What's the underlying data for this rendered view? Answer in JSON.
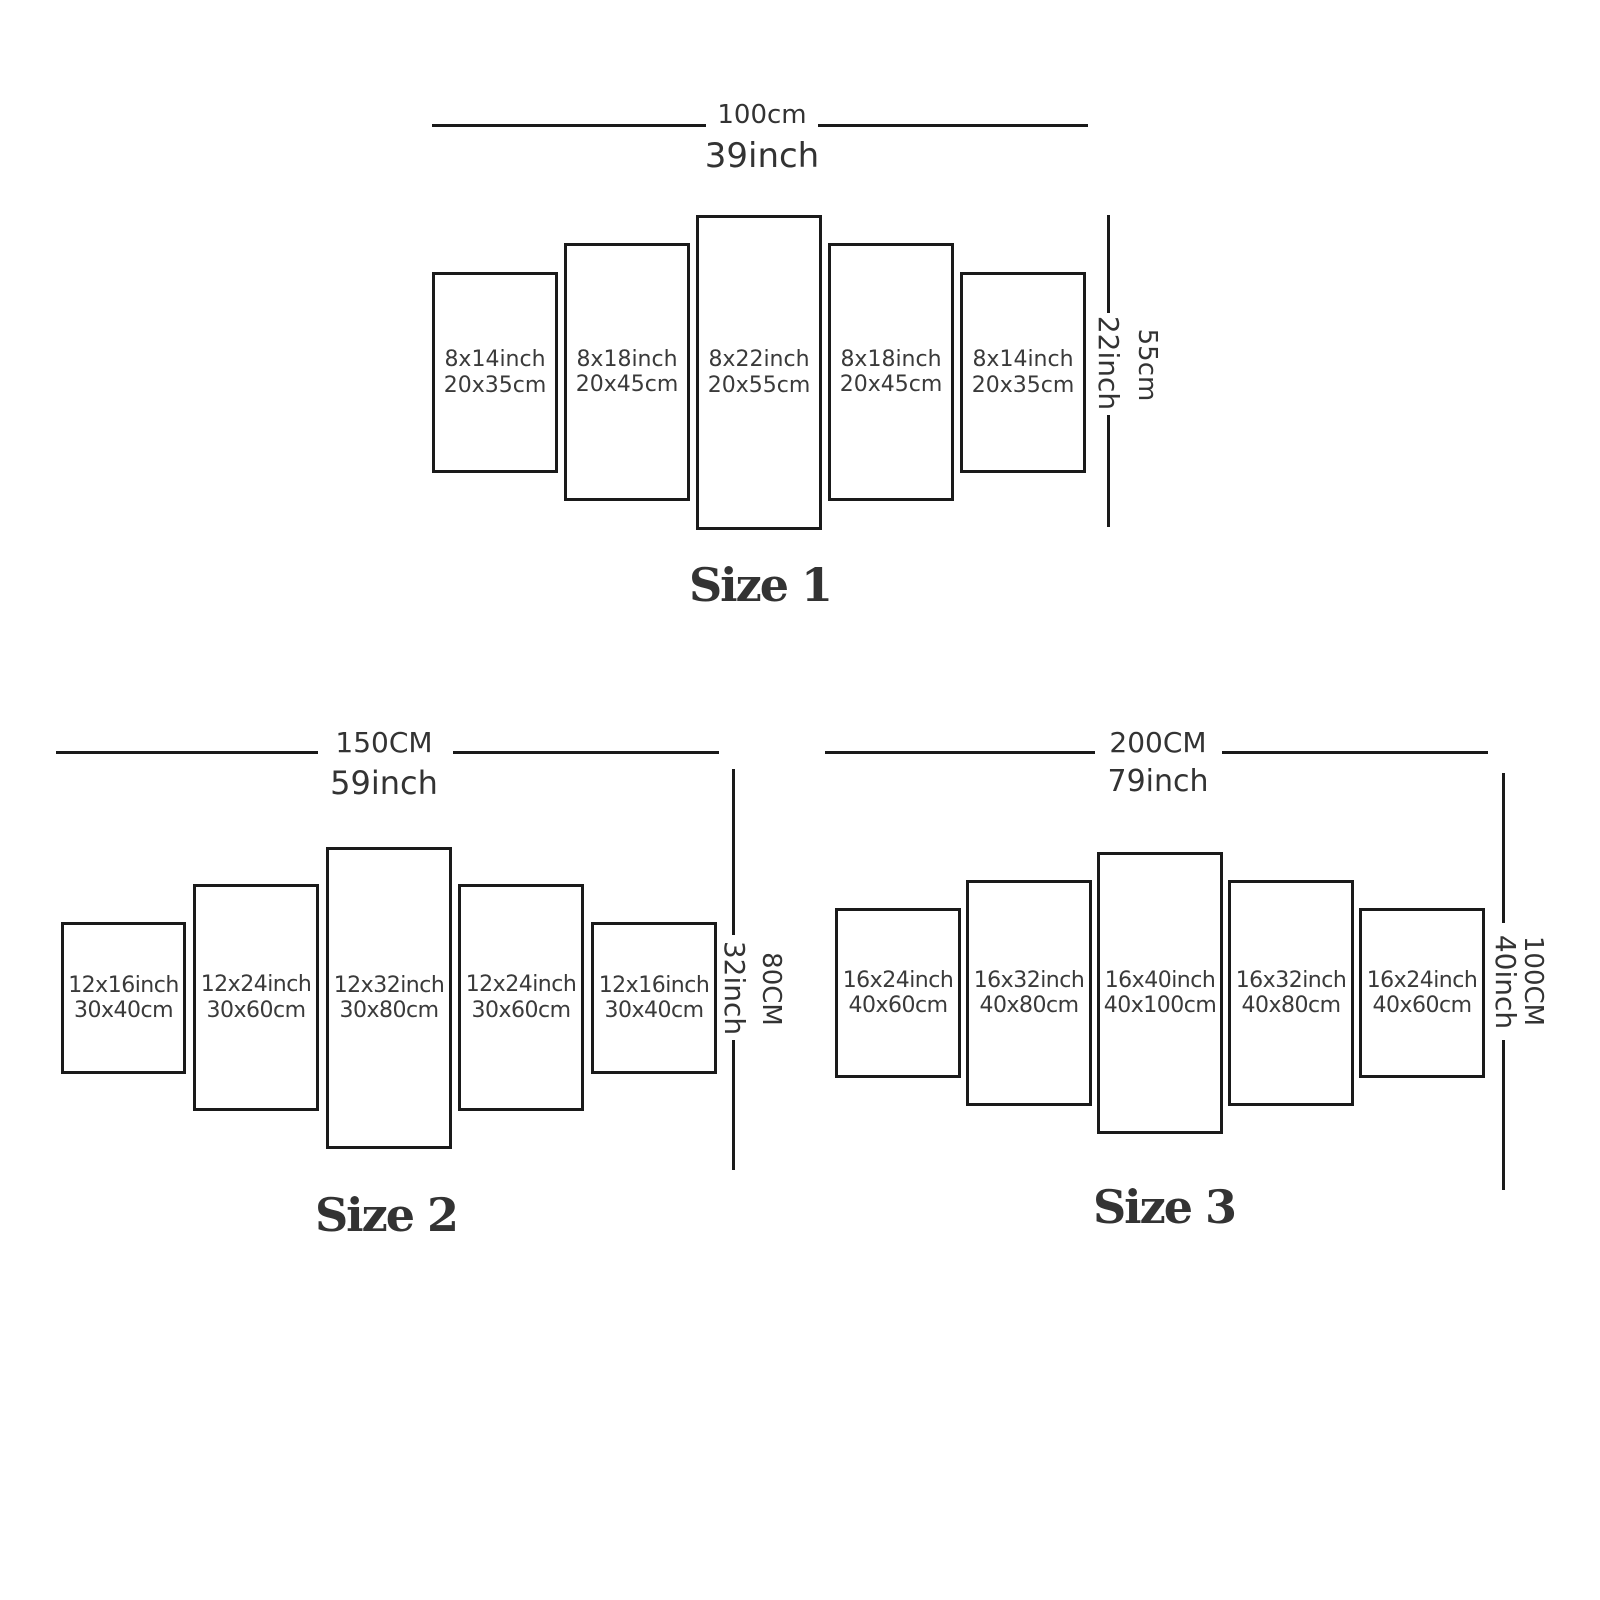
{
  "size1": {
    "width_cm": "100cm",
    "width_inch": "39inch",
    "height_inch": "22inch",
    "height_cm": "55cm",
    "title": "Size 1",
    "panels": [
      {
        "inch": "8x14inch",
        "cm": "20x35cm"
      },
      {
        "inch": "8x18inch",
        "cm": "20x45cm"
      },
      {
        "inch": "8x22inch",
        "cm": "20x55cm"
      },
      {
        "inch": "8x18inch",
        "cm": "20x45cm"
      },
      {
        "inch": "8x14inch",
        "cm": "20x35cm"
      }
    ]
  },
  "size2": {
    "width_cm": "150CM",
    "width_inch": "59inch",
    "height_inch": "32inch",
    "height_cm": "80CM",
    "title": "Size 2",
    "panels": [
      {
        "inch": "12x16inch",
        "cm": "30x40cm"
      },
      {
        "inch": "12x24inch",
        "cm": "30x60cm"
      },
      {
        "inch": "12x32inch",
        "cm": "30x80cm"
      },
      {
        "inch": "12x24inch",
        "cm": "30x60cm"
      },
      {
        "inch": "12x16inch",
        "cm": "30x40cm"
      }
    ]
  },
  "size3": {
    "width_cm": "200CM",
    "width_inch": "79inch",
    "height_inch": "40inch",
    "height_cm": "100CM",
    "title": "Size 3",
    "panels": [
      {
        "inch": "16x24inch",
        "cm": "40x60cm"
      },
      {
        "inch": "16x32inch",
        "cm": "40x80cm"
      },
      {
        "inch": "16x40inch",
        "cm": "40x100cm"
      },
      {
        "inch": "16x32inch",
        "cm": "40x80cm"
      },
      {
        "inch": "16x24inch",
        "cm": "40x60cm"
      }
    ]
  }
}
